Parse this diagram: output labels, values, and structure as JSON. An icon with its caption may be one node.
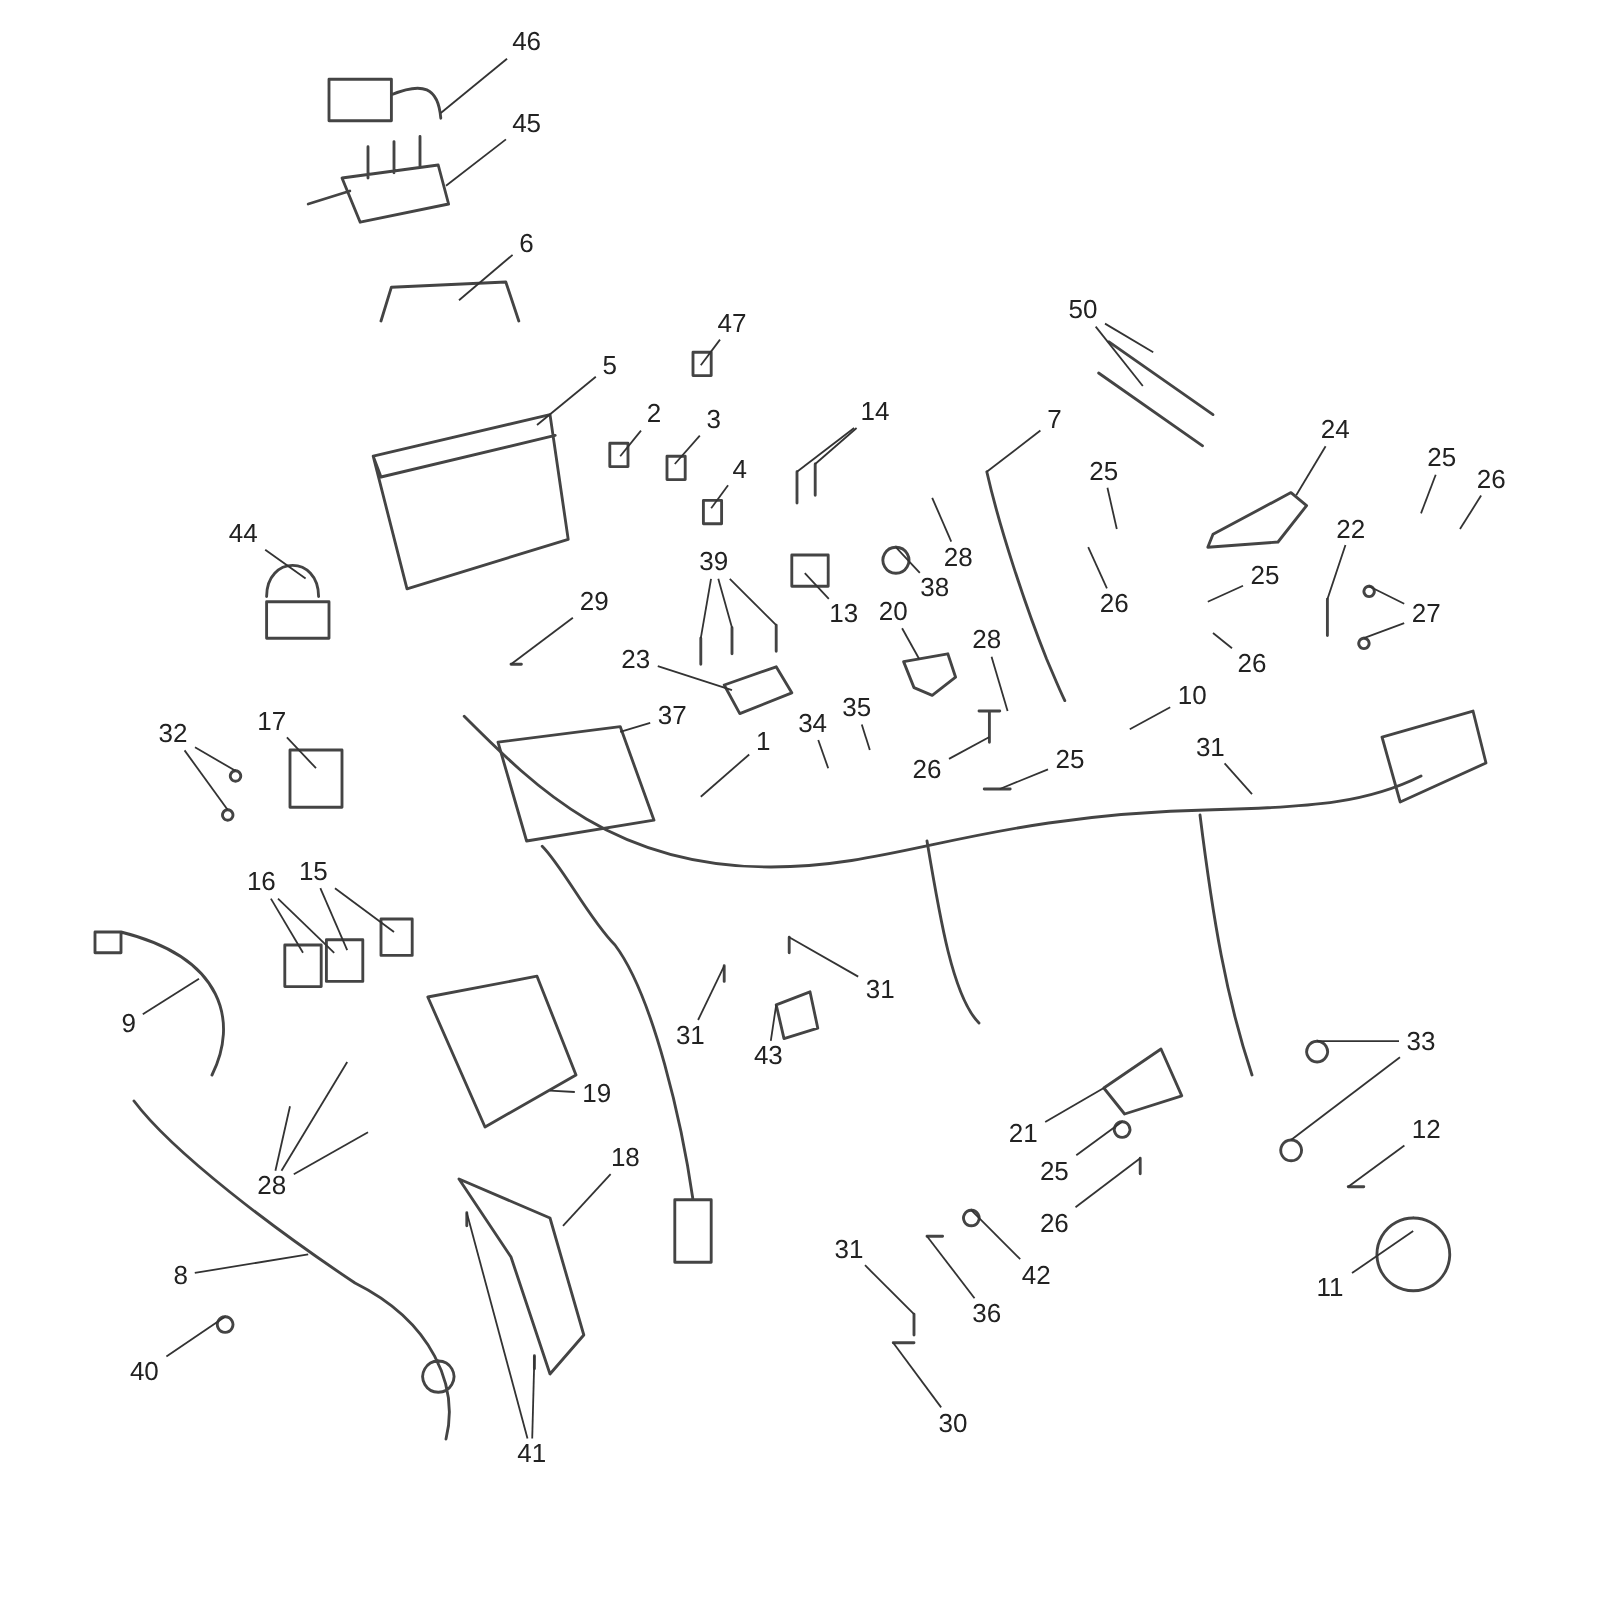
{
  "diagram": {
    "nodes": [
      {
        "text": [
          "46"
        ]
      },
      {
        "text": [
          "45"
        ]
      },
      {
        "text": [
          "6"
        ]
      },
      {
        "text": [
          "50"
        ]
      },
      {
        "text": [
          "47"
        ]
      },
      {
        "text": [
          "5"
        ]
      },
      {
        "text": [
          "14"
        ]
      },
      {
        "text": [
          "2"
        ]
      },
      {
        "text": [
          "3"
        ]
      },
      {
        "text": [
          "7"
        ]
      },
      {
        "text": [
          "24"
        ]
      },
      {
        "text": [
          "25"
        ]
      },
      {
        "text": [
          "4"
        ]
      },
      {
        "text": [
          "25"
        ]
      },
      {
        "text": [
          "26"
        ]
      },
      {
        "text": [
          "22"
        ]
      },
      {
        "text": [
          "44"
        ]
      },
      {
        "text": [
          "28"
        ]
      },
      {
        "text": [
          "39"
        ]
      },
      {
        "text": [
          "25"
        ]
      },
      {
        "text": [
          "38"
        ]
      },
      {
        "text": [
          "29"
        ]
      },
      {
        "text": [
          "26"
        ]
      },
      {
        "text": [
          "20"
        ]
      },
      {
        "text": [
          "13"
        ]
      },
      {
        "text": [
          "27"
        ]
      },
      {
        "text": [
          "28"
        ]
      },
      {
        "text": [
          "23"
        ]
      },
      {
        "text": [
          "26"
        ]
      },
      {
        "text": [
          "10"
        ]
      },
      {
        "text": [
          "35"
        ]
      },
      {
        "text": [
          "37"
        ]
      },
      {
        "text": [
          "17"
        ]
      },
      {
        "text": [
          "34"
        ]
      },
      {
        "text": [
          "32"
        ]
      },
      {
        "text": [
          "1"
        ]
      },
      {
        "text": [
          "31"
        ]
      },
      {
        "text": [
          "25"
        ]
      },
      {
        "text": [
          "26"
        ]
      },
      {
        "text": [
          "15"
        ]
      },
      {
        "text": [
          "16"
        ]
      },
      {
        "text": [
          "31"
        ]
      },
      {
        "text": [
          "9"
        ]
      },
      {
        "text": [
          "31"
        ]
      },
      {
        "text": [
          "33"
        ]
      },
      {
        "text": [
          "43"
        ]
      },
      {
        "text": [
          "19"
        ]
      },
      {
        "text": [
          "21"
        ]
      },
      {
        "text": [
          "12"
        ]
      },
      {
        "text": [
          "18"
        ]
      },
      {
        "text": [
          "25"
        ]
      },
      {
        "text": [
          "28"
        ]
      },
      {
        "text": [
          "26"
        ]
      },
      {
        "text": [
          "31"
        ]
      },
      {
        "text": [
          "42"
        ]
      },
      {
        "text": [
          "8"
        ]
      },
      {
        "text": [
          "11"
        ]
      },
      {
        "text": [
          "36"
        ]
      },
      {
        "text": [
          "40"
        ]
      },
      {
        "text": [
          "30"
        ]
      },
      {
        "text": [
          "41"
        ]
      }
    ],
    "edges": [
      {
        "from": 0,
        "to": null,
        "arrow": "none"
      },
      {
        "from": 1,
        "to": null,
        "arrow": "none"
      },
      {
        "from": 2,
        "to": null,
        "arrow": "none"
      },
      {
        "from": 3,
        "to": null,
        "arrow": "none"
      },
      {
        "from": 3,
        "to": null,
        "arrow": "none"
      },
      {
        "from": 4,
        "to": null,
        "arrow": "none"
      },
      {
        "from": 5,
        "to": null,
        "arrow": "none"
      },
      {
        "from": 6,
        "to": null,
        "arrow": "none"
      },
      {
        "from": 6,
        "to": null,
        "arrow": "none"
      },
      {
        "from": 7,
        "to": null,
        "arrow": "none"
      },
      {
        "from": 8,
        "to": null,
        "arrow": "none"
      },
      {
        "from": 9,
        "to": null,
        "arrow": "none"
      },
      {
        "from": 10,
        "to": null,
        "arrow": "none"
      },
      {
        "from": 11,
        "to": null,
        "arrow": "none"
      },
      {
        "from": 12,
        "to": null,
        "arrow": "none"
      },
      {
        "from": 13,
        "to": null,
        "arrow": "none"
      },
      {
        "from": 14,
        "to": null,
        "arrow": "none"
      },
      {
        "from": 15,
        "to": null,
        "arrow": "none"
      },
      {
        "from": 16,
        "to": null,
        "arrow": "none"
      },
      {
        "from": 17,
        "to": null,
        "arrow": "none"
      },
      {
        "from": 18,
        "to": null,
        "arrow": "none"
      },
      {
        "from": 18,
        "to": null,
        "arrow": "none"
      },
      {
        "from": 18,
        "to": null,
        "arrow": "none"
      },
      {
        "from": 19,
        "to": null,
        "arrow": "none"
      },
      {
        "from": 20,
        "to": null,
        "arrow": "none"
      },
      {
        "from": 21,
        "to": null,
        "arrow": "none"
      },
      {
        "from": 22,
        "to": null,
        "arrow": "none"
      },
      {
        "from": 23,
        "to": null,
        "arrow": "none"
      },
      {
        "from": 24,
        "to": null,
        "arrow": "none"
      },
      {
        "from": 25,
        "to": null,
        "arrow": "none"
      },
      {
        "from": 25,
        "to": null,
        "arrow": "none"
      },
      {
        "from": 26,
        "to": null,
        "arrow": "none"
      },
      {
        "from": 27,
        "to": null,
        "arrow": "none"
      },
      {
        "from": 28,
        "to": null,
        "arrow": "none"
      },
      {
        "from": 29,
        "to": null,
        "arrow": "none"
      },
      {
        "from": 30,
        "to": null,
        "arrow": "none"
      },
      {
        "from": 31,
        "to": null,
        "arrow": "none"
      },
      {
        "from": 32,
        "to": null,
        "arrow": "none"
      },
      {
        "from": 33,
        "to": null,
        "arrow": "none"
      },
      {
        "from": 34,
        "to": null,
        "arrow": "none"
      },
      {
        "from": 34,
        "to": null,
        "arrow": "none"
      },
      {
        "from": 35,
        "to": null,
        "arrow": "none"
      },
      {
        "from": 36,
        "to": null,
        "arrow": "none"
      },
      {
        "from": 37,
        "to": null,
        "arrow": "none"
      },
      {
        "from": 38,
        "to": null,
        "arrow": "none"
      },
      {
        "from": 39,
        "to": null,
        "arrow": "none"
      },
      {
        "from": 39,
        "to": null,
        "arrow": "none"
      },
      {
        "from": 40,
        "to": null,
        "arrow": "none"
      },
      {
        "from": 40,
        "to": null,
        "arrow": "none"
      },
      {
        "from": 41,
        "to": null,
        "arrow": "none"
      },
      {
        "from": 42,
        "to": null,
        "arrow": "none"
      },
      {
        "from": 43,
        "to": null,
        "arrow": "none"
      },
      {
        "from": 44,
        "to": null,
        "arrow": "none"
      },
      {
        "from": 44,
        "to": null,
        "arrow": "none"
      },
      {
        "from": 45,
        "to": null,
        "arrow": "none"
      },
      {
        "from": 46,
        "to": null,
        "arrow": "none"
      },
      {
        "from": 47,
        "to": null,
        "arrow": "none"
      },
      {
        "from": 48,
        "to": null,
        "arrow": "none"
      },
      {
        "from": 49,
        "to": null,
        "arrow": "none"
      },
      {
        "from": 50,
        "to": null,
        "arrow": "none"
      },
      {
        "from": 51,
        "to": null,
        "arrow": "none"
      },
      {
        "from": 51,
        "to": null,
        "arrow": "none"
      },
      {
        "from": 51,
        "to": null,
        "arrow": "none"
      },
      {
        "from": 52,
        "to": null,
        "arrow": "none"
      },
      {
        "from": 53,
        "to": null,
        "arrow": "none"
      },
      {
        "from": 54,
        "to": null,
        "arrow": "none"
      },
      {
        "from": 55,
        "to": null,
        "arrow": "none"
      },
      {
        "from": 56,
        "to": null,
        "arrow": "none"
      },
      {
        "from": 57,
        "to": null,
        "arrow": "none"
      },
      {
        "from": 58,
        "to": null,
        "arrow": "none"
      },
      {
        "from": 59,
        "to": null,
        "arrow": "none"
      },
      {
        "from": 60,
        "to": null,
        "arrow": "none"
      },
      {
        "from": 60,
        "to": null,
        "arrow": "none"
      }
    ]
  }
}
